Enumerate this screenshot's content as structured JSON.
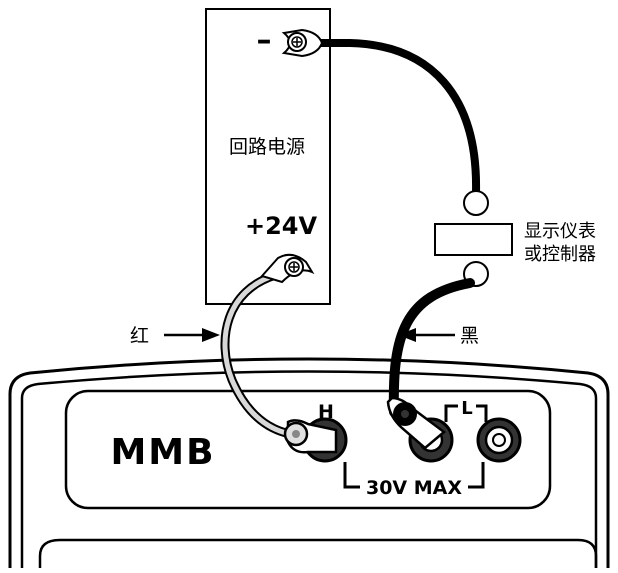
{
  "power_supply": {
    "title": "回路电源",
    "minus_label": "–",
    "plus_label": "+24V"
  },
  "display_device": {
    "label_line1": "显示仪表",
    "label_line2": "或控制器"
  },
  "wires": {
    "red_label": "红",
    "black_label": "黑"
  },
  "meter": {
    "brand": "MMB",
    "h_label": "H",
    "l_label": "L",
    "max_label": "30V MAX"
  }
}
